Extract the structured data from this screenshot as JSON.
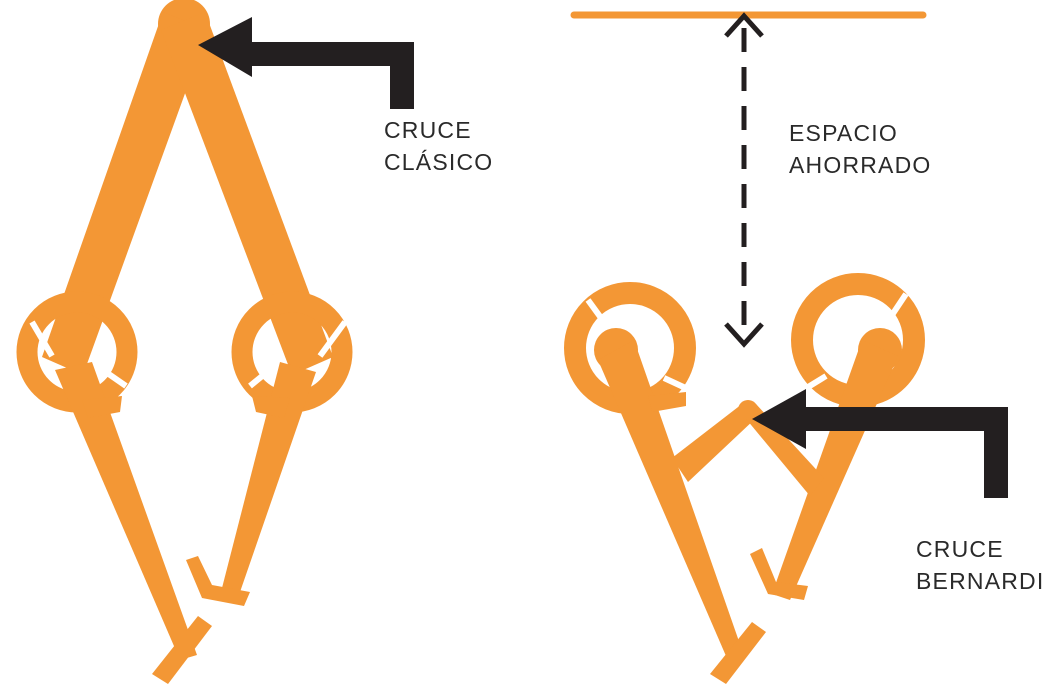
{
  "labels": {
    "classic": {
      "line1": "CRUCE",
      "line2": "CLÁSICO"
    },
    "space_saved": {
      "line1": "ESPACIO",
      "line2": "AHORRADO"
    },
    "bernardi": {
      "line1": "CRUCE",
      "line2": "BERNARDI"
    }
  },
  "colors": {
    "accent": "#F39735",
    "arrow": "#231F20",
    "text": "#2A2A2A",
    "background": "#FFFFFF"
  }
}
